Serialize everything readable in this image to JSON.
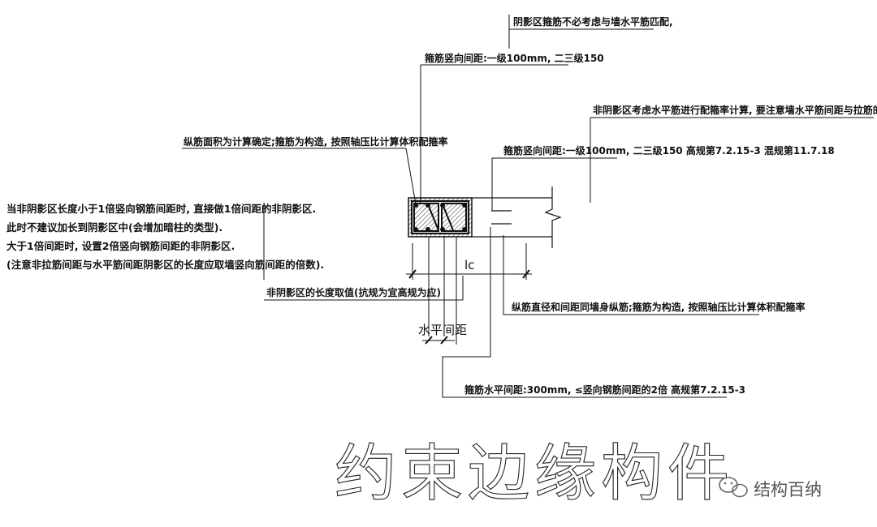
{
  "notes": {
    "shadow_zone_stirrup": "阴影区箍筋不必考虑与墙水平筋匹配,",
    "stirrup_vertical_spacing_top": "箍筋竖向间距:一级100mm, 二三级150",
    "non_shadow_horizontal": "非阴影区考虑水平筋进行配箍率计算, 要注意墙水平筋间距与拉筋的竖向间距匹配",
    "longitudinal_area": "纵筋面积为计算确定;箍筋为构造, 按照轴压比计算体积配箍率",
    "stirrup_vertical_spacing_right": "箍筋竖向间距:一级100mm, 二三级150    高规第7.2.15-3  混规第11.7.18",
    "left_note_1": "当非阴影区长度小于1倍竖向钢筋间距时, 直接做1倍间距的非阴影区.",
    "left_note_2": "此时不建议加长到阴影区中(会增加暗柱的类型).",
    "left_note_3": "大于1倍间距时, 设置2倍竖向钢筋间距的非阴影区.",
    "left_note_4": "(注意非拉筋间距与水平筋间距阴影区的长度应取墙竖向筋间距的倍数).",
    "non_shadow_length": "非阴影区的长度取值(抗规为宜高规为应)",
    "longitudinal_diameter": "纵筋直径和间距同墙身纵筋;箍筋为构造, 按照轴压比计算体积配箍率",
    "stirrup_horizontal_spacing": "箍筋水平间距:300mm, ≤竖向钢筋间距的2倍    高规第7.2.15-3"
  },
  "dimensions": {
    "lc_label": "lc",
    "horizontal_spacing_label": "水平间距"
  },
  "title": "约束边缘构件",
  "watermark": "结构百纳",
  "icons": {
    "watermark_icon": "wechat-icon"
  }
}
